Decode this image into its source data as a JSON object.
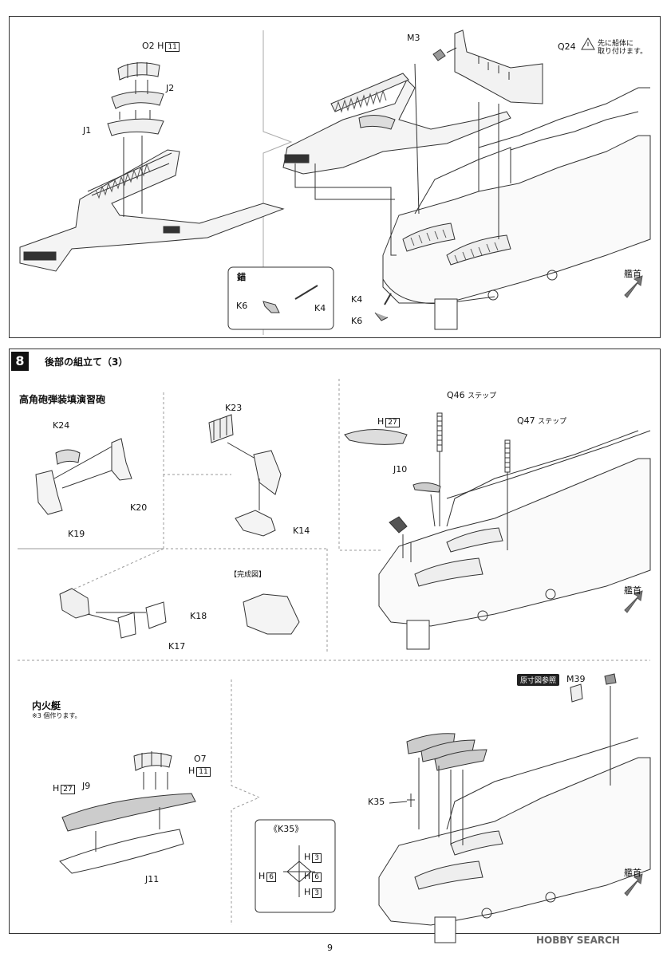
{
  "step7": {
    "parts": {
      "o2": "O2",
      "h": "H",
      "h11": "11",
      "j2": "J2",
      "j1": "J1",
      "m3": "M3",
      "q24": "Q24",
      "q24_note": "先に船体に\n取り付けます。",
      "k4_ship": "K4",
      "k6_ship": "K6"
    },
    "anchor_box": {
      "title": "錨",
      "k6": "K6",
      "k4": "K4"
    },
    "bow": "艦首"
  },
  "step8": {
    "number": "8",
    "title": "後部の組立て（3）",
    "sec_gun": {
      "title": "高角砲弾装填演習砲",
      "k24": "K24",
      "k20": "K20",
      "k19": "K19",
      "k23": "K23",
      "k14": "K14",
      "k18": "K18",
      "k17": "K17",
      "done": "【完成図】"
    },
    "ship_top": {
      "q46": "Q46",
      "q46_label": "ステップ",
      "q47": "Q47",
      "q47_label": "ステップ",
      "h": "H",
      "h27": "27",
      "j10": "J10",
      "bow": "艦首"
    },
    "sec_boat": {
      "title": "内火艇",
      "note": "※3 個作ります。",
      "o7": "O7",
      "h": "H",
      "h11": "11",
      "h27": "27",
      "j9": "J9",
      "j11": "J11"
    },
    "ship_bottom": {
      "badge": "原寸図参照",
      "m39": "M39",
      "k35": "K35",
      "bow": "艦首"
    },
    "k35_box": {
      "title": "《K35》",
      "h3a": "3",
      "h6a": "6",
      "h6b": "6",
      "h3b": "3",
      "h": "H"
    }
  },
  "page_number": "9",
  "watermark": "HOBBY SEARCH"
}
